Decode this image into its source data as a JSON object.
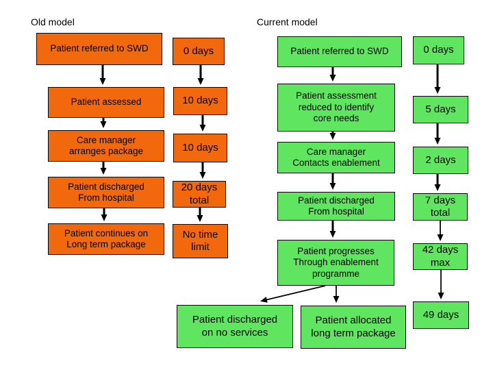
{
  "slide": {
    "background": "#FFFFFF",
    "arrow_color": "#000000",
    "border_color": "#000000"
  },
  "old_model": {
    "title": "Old model",
    "box_color": "#F2690D",
    "steps": [
      "Patient referred to SWD",
      "Patient assessed",
      "Care manager\narranges package",
      "Patient discharged\nFrom hospital",
      "Patient continues on\nLong term package"
    ],
    "durations": [
      "0 days",
      "10 days",
      "10 days",
      "20 days\ntotal",
      "No time\nlimit"
    ]
  },
  "current_model": {
    "title": "Current model",
    "box_color": "#5FE55F",
    "steps": [
      "Patient referred to SWD",
      "Patient assessment\nreduced to identify\ncore needs",
      "Care manager\nContacts enablement",
      "Patient discharged\nFrom hospital",
      "Patient progresses\nThrough enablement\nprogramme"
    ],
    "durations": [
      "0 days",
      "5 days",
      "2 days",
      "7 days\ntotal",
      "42 days\nmax",
      "49 days"
    ],
    "outcomes": [
      "Patient discharged\non no services",
      "Patient allocated\nlong term package"
    ]
  }
}
